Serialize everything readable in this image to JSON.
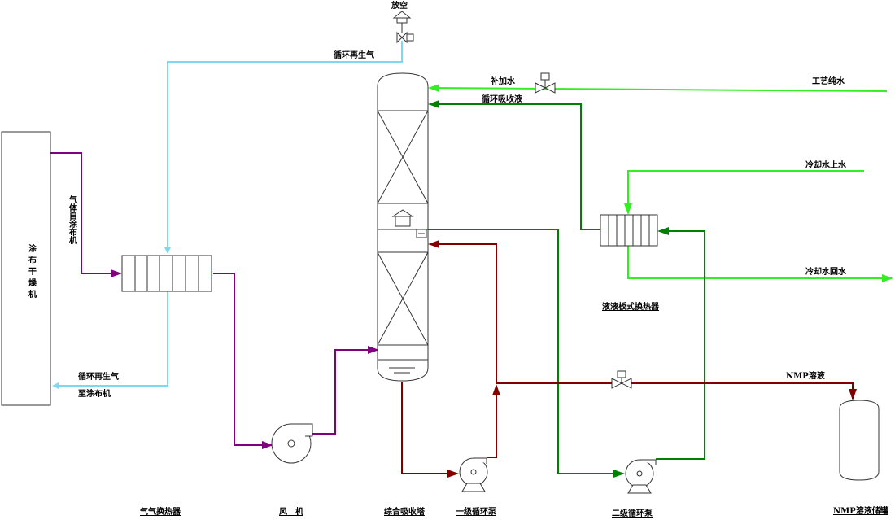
{
  "labels": {
    "vent": "放空",
    "recycle_gas_top": "循环再生气",
    "makeup_water": "补加水",
    "process_water": "工艺纯水",
    "circulating_absorbent": "循环吸收液",
    "cooling_water_in": "冷却水上水",
    "cooling_water_out": "冷却水回水",
    "plate_hx": "液液板式换热器",
    "nmp_solution": "NMP溶液",
    "gas_from_coater": "气体自涂布机",
    "coater_dryer": "涂布干燥机",
    "recycle_gas_to_1": "循环再生气",
    "recycle_gas_to_2": "至涂布机"
  },
  "captions": {
    "gas_hx": "气气换热器",
    "fan": "风　机",
    "absorber": "综合吸收塔",
    "pump1": "一级循环泵",
    "pump2": "二级循环泵",
    "tank": "NMP溶液储罐"
  },
  "colors": {
    "recycle_gas": "#7fd8f0",
    "exhaust_gas": "#800080",
    "water": "#33ee22",
    "second_loop": "#008000",
    "first_loop": "#800000"
  }
}
